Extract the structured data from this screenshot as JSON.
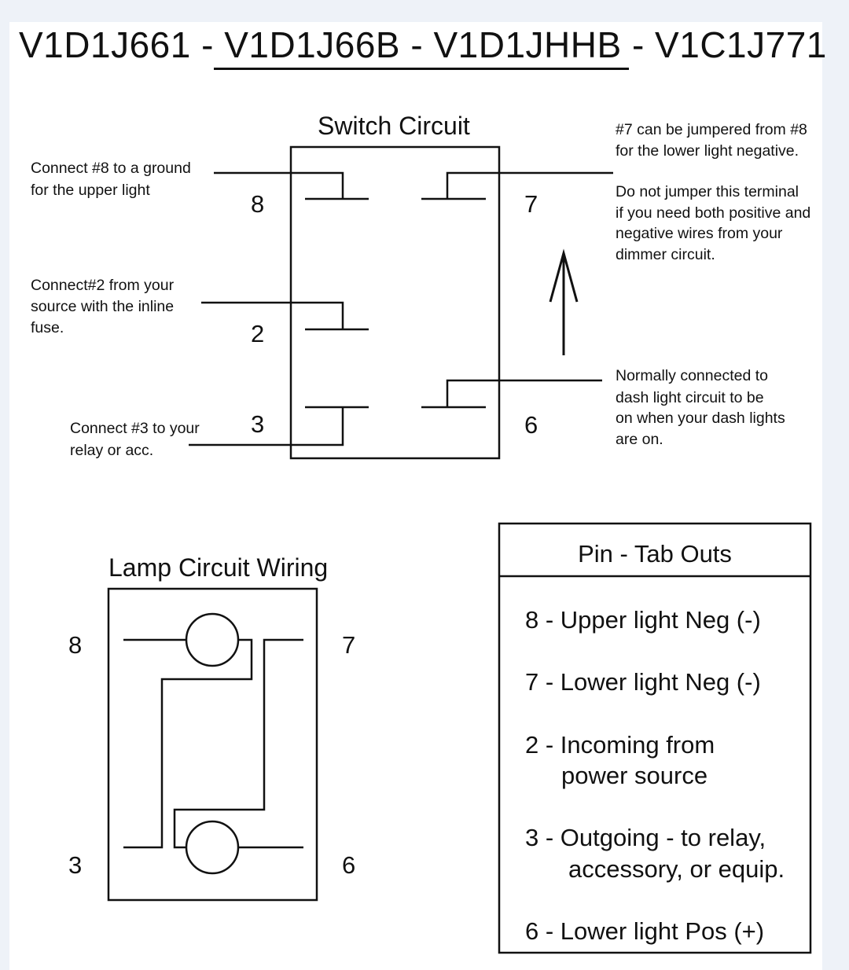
{
  "title": "V1D1J661 - V1D1J66B - V1D1JHHB - V1C1J771",
  "switch_circuit": {
    "heading": "Switch Circuit",
    "pins": {
      "p8": "8",
      "p7": "7",
      "p2": "2",
      "p3": "3",
      "p6": "6"
    },
    "notes": {
      "pin8": [
        "Connect #8 to a ground",
        "for the upper light"
      ],
      "pin2": [
        "Connect#2 from your",
        "source with the inline",
        "fuse."
      ],
      "pin3": [
        "Connect #3 to your",
        "relay or acc."
      ],
      "pin7_jumper": [
        "#7 can be jumpered from #8",
        "for the lower light negative."
      ],
      "pin7_warning": [
        "Do not jumper this terminal",
        "if you need both positive and",
        "negative wires from your",
        "dimmer circuit."
      ],
      "pin6": [
        "Normally connected to",
        "dash light circuit to be",
        "on when your dash lights",
        "are on."
      ]
    }
  },
  "lamp_circuit": {
    "heading": "Lamp Circuit Wiring",
    "pins": {
      "p8": "8",
      "p7": "7",
      "p3": "3",
      "p6": "6"
    }
  },
  "pin_table": {
    "heading": "Pin - Tab Outs",
    "rows": [
      {
        "line1": "8 - Upper light Neg (-)"
      },
      {
        "line1": "7 - Lower light Neg (-)"
      },
      {
        "line1": "2 - Incoming from",
        "line2": "power source"
      },
      {
        "line1": "3 - Outgoing - to relay,",
        "line2": "accessory, or equip."
      },
      {
        "line1": "6 - Lower light Pos (+)"
      }
    ]
  }
}
